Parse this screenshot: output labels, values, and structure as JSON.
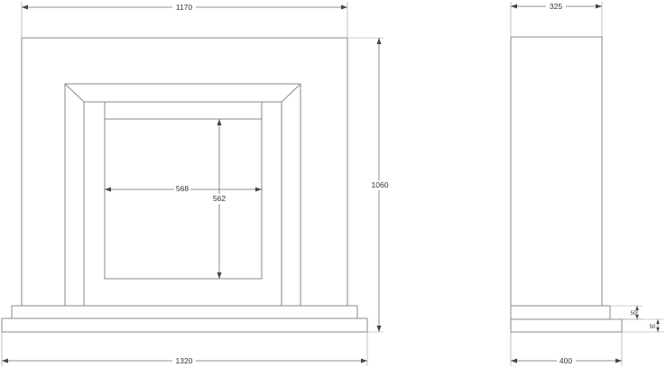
{
  "dimensions": {
    "front_width": "1170",
    "front_height": "1060",
    "base_width": "1320",
    "opening_width": "568",
    "opening_height": "562",
    "side_depth": "325",
    "side_base_depth": "400",
    "hearth_step_upper": "50",
    "hearth_step_lower": "50"
  }
}
